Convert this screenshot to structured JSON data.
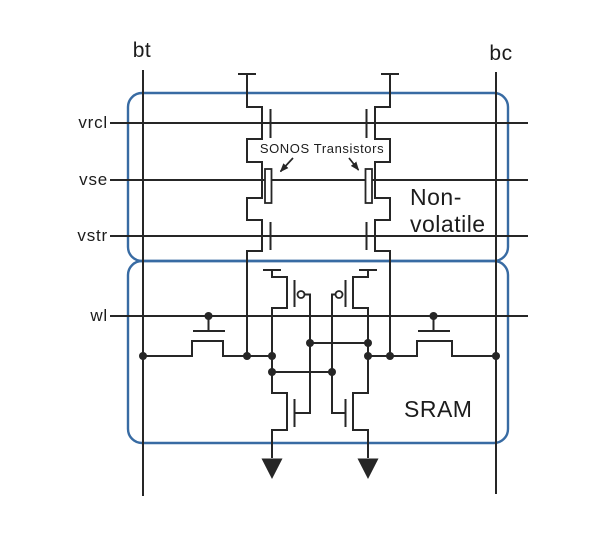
{
  "diagram": {
    "bitlines": {
      "left": "bt",
      "right": "bc"
    },
    "signals": [
      {
        "id": "vrcl",
        "label": "vrcl"
      },
      {
        "id": "vse",
        "label": "vse"
      },
      {
        "id": "vstr",
        "label": "vstr"
      },
      {
        "id": "wl",
        "label": "wl"
      }
    ],
    "annotations": {
      "sonos": "SONOS Transistors"
    },
    "regions": {
      "nonvolatile_line1": "Non-",
      "nonvolatile_line2": "volatile",
      "sram": "SRAM"
    }
  },
  "colors": {
    "bg": "#ffffff",
    "box": "#386ba3",
    "wire": "#262626",
    "text": "#1c1c1c"
  }
}
